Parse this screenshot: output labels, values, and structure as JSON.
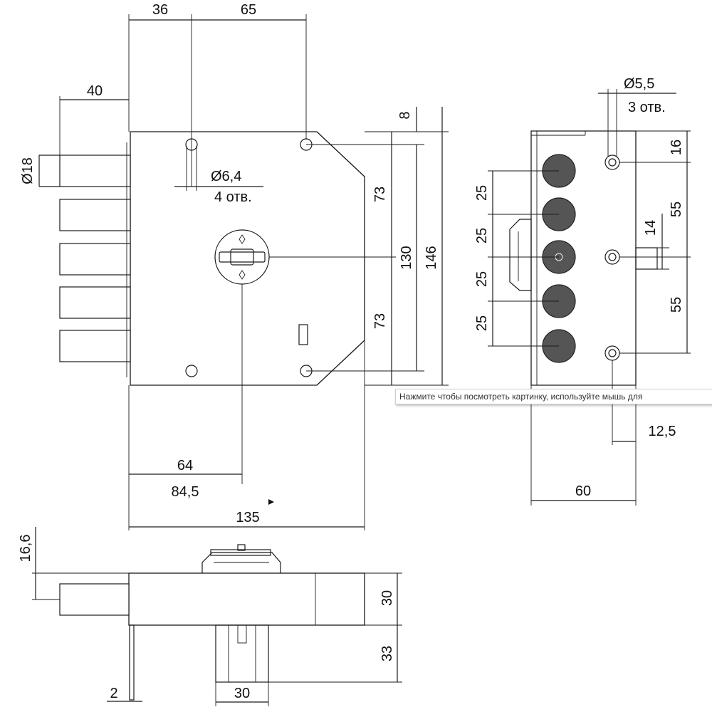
{
  "dimensions": {
    "top_36": "36",
    "top_65": "65",
    "left_40": "40",
    "bolt_dia": "Ø18",
    "hole_dia": "Ø6,4",
    "hole_count": "4 отв.",
    "h_73_top": "73",
    "h_73_bottom": "73",
    "h_130": "130",
    "h_146": "146",
    "h_8": "8",
    "w_64": "64",
    "w_84_5": "84,5",
    "w_135": "135",
    "side_hole_dia": "Ø5,5",
    "side_hole_count": "3 отв.",
    "side_16": "16",
    "side_55_top": "55",
    "side_55_bottom": "55",
    "side_14": "14",
    "pitch_1": "25",
    "pitch_2": "25",
    "pitch_3": "25",
    "pitch_4": "25",
    "side_12_5": "12,5",
    "side_60": "60",
    "bottom_16_6": "16,6",
    "bottom_30_h": "30",
    "bottom_33": "33",
    "bottom_2": "2",
    "bottom_30_w": "30"
  },
  "tooltip": {
    "text": "Нажмите чтобы посмотреть картинку, используйте мышь для"
  }
}
